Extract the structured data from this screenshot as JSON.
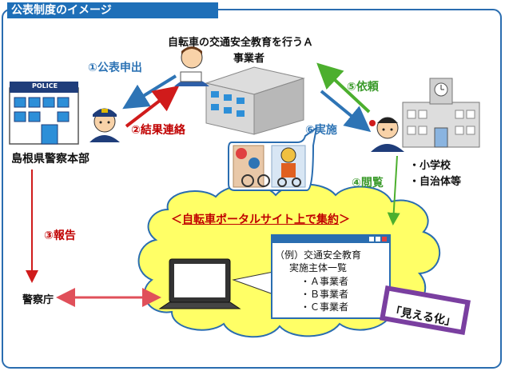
{
  "title": "公表制度のイメージ",
  "company_label_line1": "自転車の交通安全教育を行うＡ",
  "company_label_line2": "事業者",
  "police_hq_label": "島根県警察本部",
  "police_sign": "POLICE",
  "agency_label": "警察庁",
  "school_items": [
    "・小学校",
    "・自治体等"
  ],
  "steps": {
    "s1": "①公表申出",
    "s2": "②結果連絡",
    "s3": "③報告",
    "s4": "④閲覧",
    "s5": "⑤依頼",
    "s6": "⑥実施"
  },
  "portal_label": "＜自転車ポータルサイト上で集約＞",
  "portal_underlined": "自転車ポータルサイト上で集約",
  "window_lines": [
    "（例）交通安全教育",
    "実施主体一覧",
    "・Ａ事業者",
    "・Ｂ事業者",
    "・Ｃ事業者"
  ],
  "visualize_label": "「見える化」",
  "colors": {
    "title_bg": "#1e6fb8",
    "blue_arrow": "#2e74b5",
    "red_arrow": "#d01b1b",
    "green_arrow": "#4caf2e",
    "cloud_fill": "#ffff66",
    "visualize_bg": "#7a3fa0"
  },
  "icons": [
    "police-building-icon",
    "police-officer-icon",
    "office-building-icon",
    "businessman-icon",
    "school-building-icon",
    "teacher-icon",
    "cyclist-icon",
    "laptop-icon"
  ]
}
